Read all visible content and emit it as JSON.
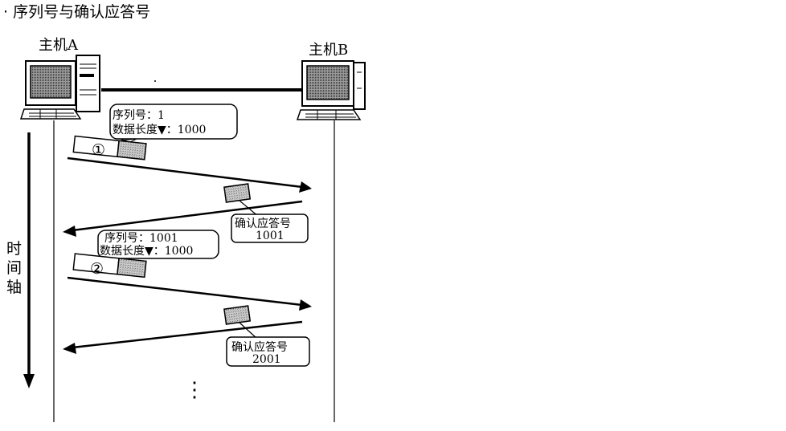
{
  "diagram": {
    "title": "· 序列号与确认应答号",
    "hosts": {
      "a": "主机A",
      "b": "主机B"
    },
    "time_axis": [
      "时",
      "间",
      "轴"
    ],
    "segments": [
      {
        "marker": "①",
        "seq_line": "序列号：1",
        "len_line": "数据长度▼：1000",
        "ack_title": "确认应答号",
        "ack_value": "1001"
      },
      {
        "marker": "②",
        "seq_line": "序列号：1001",
        "len_line": "数据长度▼：1000",
        "ack_title": "确认应答号",
        "ack_value": "2001"
      }
    ],
    "continuation": "⋮"
  }
}
